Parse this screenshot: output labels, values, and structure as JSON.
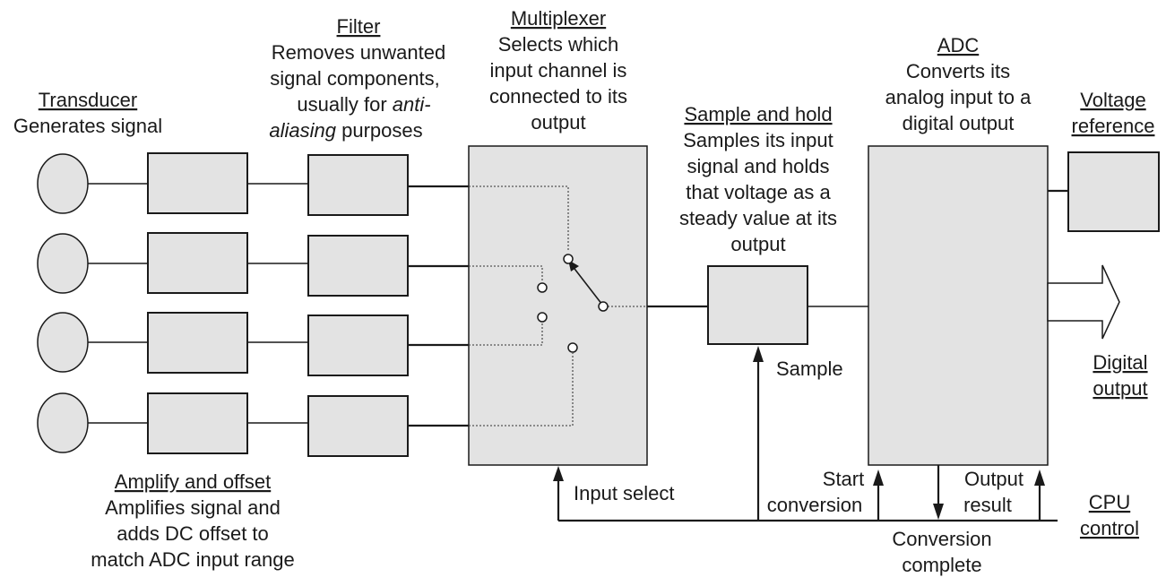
{
  "transducer": {
    "title": "Transducer",
    "desc": [
      "Generates signal"
    ]
  },
  "filter": {
    "title": "Filter",
    "desc_lines": [
      "Removes unwanted",
      "signal components,",
      "usually for"
    ],
    "desc_italic_1": "anti-",
    "desc_italic_2": "aliasing",
    "desc_tail": "purposes"
  },
  "multiplexer": {
    "title": "Multiplexer",
    "desc": [
      "Selects which",
      "input channel is",
      "connected to its",
      "output"
    ]
  },
  "sample_hold": {
    "title": "Sample and hold",
    "desc": [
      "Samples its input",
      "signal and holds",
      "that voltage as a",
      "steady value at its",
      "output"
    ]
  },
  "adc": {
    "title": "ADC",
    "desc": [
      "Converts its",
      "analog input to a",
      "digital output"
    ]
  },
  "voltage_reference": {
    "title_lines": [
      "Voltage",
      "reference"
    ]
  },
  "amplify": {
    "title": "Amplify and offset",
    "desc": [
      "Amplifies signal and",
      "adds DC offset to",
      "match ADC input range"
    ]
  },
  "digital_output": {
    "lines": [
      "Digital",
      "output"
    ]
  },
  "cpu_control": {
    "lines": [
      "CPU",
      "control"
    ]
  },
  "signals": {
    "sample": "Sample",
    "input_select": "Input select",
    "start_conversion": [
      "Start",
      "conversion"
    ],
    "output_result": [
      "Output",
      "result"
    ],
    "conversion_complete": [
      "Conversion",
      "complete"
    ]
  }
}
